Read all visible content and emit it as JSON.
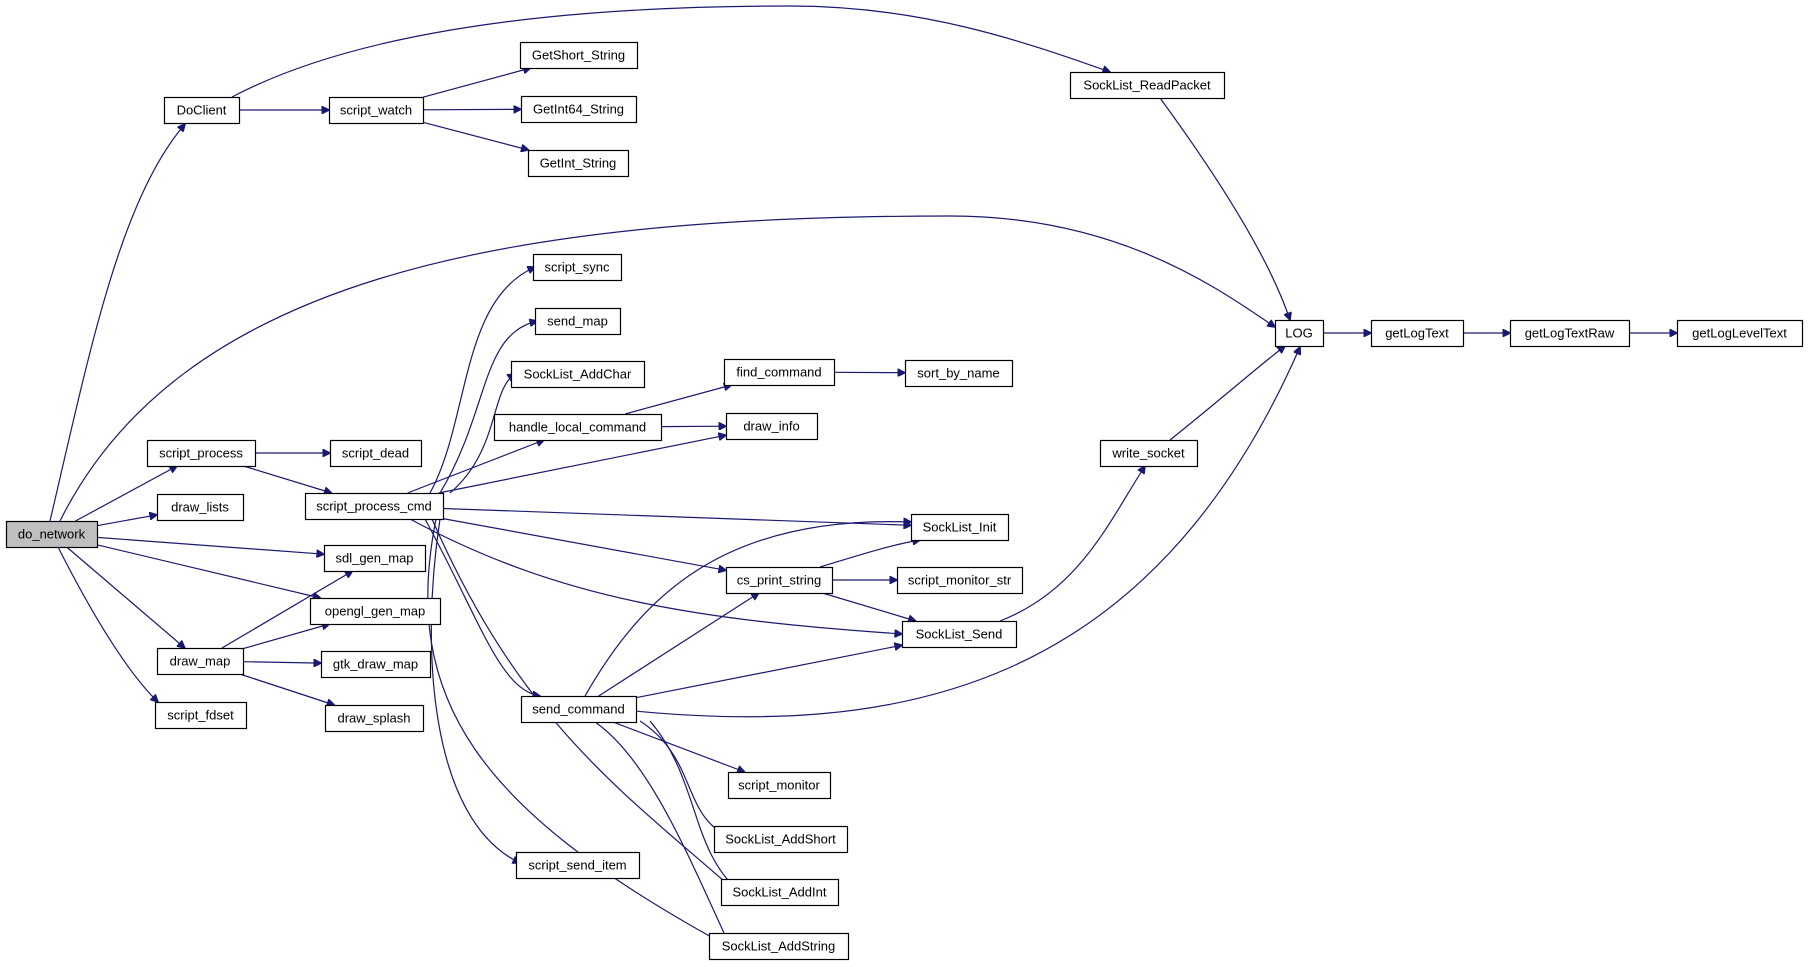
{
  "nodes": {
    "do_network": "do_network",
    "DoClient": "DoClient",
    "script_watch": "script_watch",
    "GetShort_String": "GetShort_String",
    "GetInt64_String": "GetInt64_String",
    "GetInt_String": "GetInt_String",
    "SockList_ReadPacket": "SockList_ReadPacket",
    "LOG": "LOG",
    "getLogText": "getLogText",
    "getLogTextRaw": "getLogTextRaw",
    "getLogLevelText": "getLogLevelText",
    "script_sync": "script_sync",
    "send_map": "send_map",
    "SockList_AddChar": "SockList_AddChar",
    "find_command": "find_command",
    "sort_by_name": "sort_by_name",
    "handle_local_command": "handle_local_command",
    "draw_info": "draw_info",
    "script_process": "script_process",
    "script_dead": "script_dead",
    "script_process_cmd": "script_process_cmd",
    "draw_lists": "draw_lists",
    "write_socket": "write_socket",
    "SockList_Init": "SockList_Init",
    "sdl_gen_map": "sdl_gen_map",
    "opengl_gen_map": "opengl_gen_map",
    "cs_print_string": "cs_print_string",
    "script_monitor_str": "script_monitor_str",
    "SockList_Send": "SockList_Send",
    "draw_map": "draw_map",
    "gtk_draw_map": "gtk_draw_map",
    "script_fdset": "script_fdset",
    "draw_splash": "draw_splash",
    "send_command": "send_command",
    "script_monitor": "script_monitor",
    "SockList_AddShort": "SockList_AddShort",
    "SockList_AddInt": "SockList_AddInt",
    "script_send_item": "script_send_item",
    "SockList_AddString": "SockList_AddString"
  },
  "root": "do_network",
  "colors": {
    "edge": "#191970",
    "root_fill": "#bfbfbf",
    "node_fill": "#ffffff",
    "node_stroke": "#000000"
  },
  "edges": [
    [
      "do_network",
      "DoClient"
    ],
    [
      "do_network",
      "LOG"
    ],
    [
      "do_network",
      "script_process"
    ],
    [
      "do_network",
      "draw_lists"
    ],
    [
      "do_network",
      "sdl_gen_map"
    ],
    [
      "do_network",
      "opengl_gen_map"
    ],
    [
      "do_network",
      "draw_map"
    ],
    [
      "do_network",
      "script_fdset"
    ],
    [
      "DoClient",
      "script_watch"
    ],
    [
      "DoClient",
      "SockList_ReadPacket"
    ],
    [
      "script_watch",
      "GetShort_String"
    ],
    [
      "script_watch",
      "GetInt64_String"
    ],
    [
      "script_watch",
      "GetInt_String"
    ],
    [
      "SockList_ReadPacket",
      "LOG"
    ],
    [
      "LOG",
      "getLogText"
    ],
    [
      "getLogText",
      "getLogTextRaw"
    ],
    [
      "getLogTextRaw",
      "getLogLevelText"
    ],
    [
      "script_process",
      "script_dead"
    ],
    [
      "script_process",
      "script_process_cmd"
    ],
    [
      "script_process_cmd",
      "script_sync"
    ],
    [
      "script_process_cmd",
      "send_map"
    ],
    [
      "script_process_cmd",
      "SockList_AddChar"
    ],
    [
      "script_process_cmd",
      "handle_local_command"
    ],
    [
      "script_process_cmd",
      "draw_info"
    ],
    [
      "script_process_cmd",
      "SockList_Init"
    ],
    [
      "script_process_cmd",
      "cs_print_string"
    ],
    [
      "script_process_cmd",
      "SockList_Send"
    ],
    [
      "script_process_cmd",
      "send_command"
    ],
    [
      "script_process_cmd",
      "script_send_item"
    ],
    [
      "script_process_cmd",
      "SockList_AddInt"
    ],
    [
      "script_process_cmd",
      "SockList_AddString"
    ],
    [
      "handle_local_command",
      "find_command"
    ],
    [
      "handle_local_command",
      "draw_info"
    ],
    [
      "find_command",
      "sort_by_name"
    ],
    [
      "draw_map",
      "sdl_gen_map"
    ],
    [
      "draw_map",
      "opengl_gen_map"
    ],
    [
      "draw_map",
      "gtk_draw_map"
    ],
    [
      "draw_map",
      "draw_splash"
    ],
    [
      "cs_print_string",
      "SockList_Init"
    ],
    [
      "cs_print_string",
      "script_monitor_str"
    ],
    [
      "cs_print_string",
      "SockList_Send"
    ],
    [
      "SockList_Send",
      "write_socket"
    ],
    [
      "write_socket",
      "LOG"
    ],
    [
      "send_command",
      "SockList_Init"
    ],
    [
      "send_command",
      "cs_print_string"
    ],
    [
      "send_command",
      "SockList_Send"
    ],
    [
      "send_command",
      "LOG"
    ],
    [
      "send_command",
      "script_monitor"
    ],
    [
      "send_command",
      "SockList_AddShort"
    ],
    [
      "send_command",
      "SockList_AddInt"
    ],
    [
      "send_command",
      "SockList_AddString"
    ]
  ]
}
